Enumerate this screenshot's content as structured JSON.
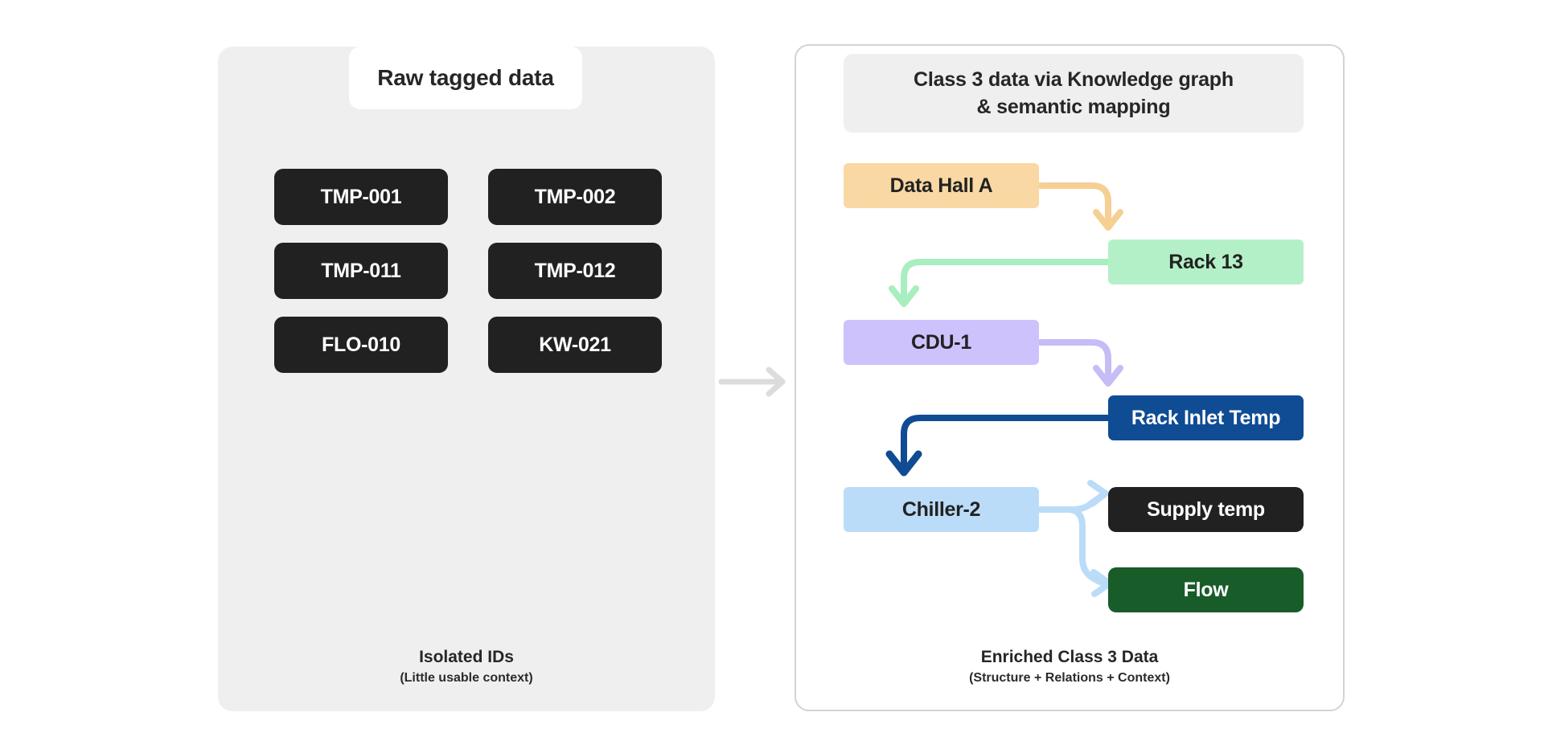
{
  "left_panel": {
    "title": "Raw tagged data",
    "tags": [
      "TMP-001",
      "TMP-002",
      "TMP-011",
      "TMP-012",
      "FLO-010",
      "KW-021"
    ],
    "caption_main": "Isolated IDs",
    "caption_sub": "(Little usable context)"
  },
  "transition": {
    "icon": "arrow-right-icon",
    "color": "#dcdcdc"
  },
  "right_panel": {
    "title_line1": "Class 3 data via Knowledge graph",
    "title_line2": "& semantic mapping",
    "caption_main": "Enriched Class 3 Data",
    "caption_sub": "(Structure + Relations + Context)",
    "nodes": [
      {
        "id": "data-hall-a",
        "label": "Data Hall A",
        "color": "#f9d8a3",
        "text_color": "#222222"
      },
      {
        "id": "rack-13",
        "label": "Rack 13",
        "color": "#b4f0c7",
        "text_color": "#222222"
      },
      {
        "id": "cdu-1",
        "label": "CDU-1",
        "color": "#cdc2fb",
        "text_color": "#222222"
      },
      {
        "id": "rack-inlet-temp",
        "label": "Rack Inlet Temp",
        "color": "#0f4c94",
        "text_color": "#ffffff"
      },
      {
        "id": "chiller-2",
        "label": "Chiller-2",
        "color": "#bbdcf8",
        "text_color": "#222222"
      },
      {
        "id": "supply-temp",
        "label": "Supply temp",
        "color": "#212121",
        "text_color": "#ffffff"
      },
      {
        "id": "flow",
        "label": "Flow",
        "color": "#185c2a",
        "text_color": "#ffffff"
      }
    ],
    "edges": [
      {
        "from": "data-hall-a",
        "to": "rack-13",
        "color": "#f6cf93"
      },
      {
        "from": "rack-13",
        "to": "cdu-1",
        "color": "#a8eebe"
      },
      {
        "from": "cdu-1",
        "to": "rack-inlet-temp",
        "color": "#c6bcf6"
      },
      {
        "from": "rack-inlet-temp",
        "to": "chiller-2",
        "color": "#0f4c94"
      },
      {
        "from": "chiller-2",
        "to": "supply-temp",
        "color": "#bbdcf8"
      },
      {
        "from": "chiller-2",
        "to": "flow",
        "color": "#bbdcf8"
      }
    ]
  }
}
